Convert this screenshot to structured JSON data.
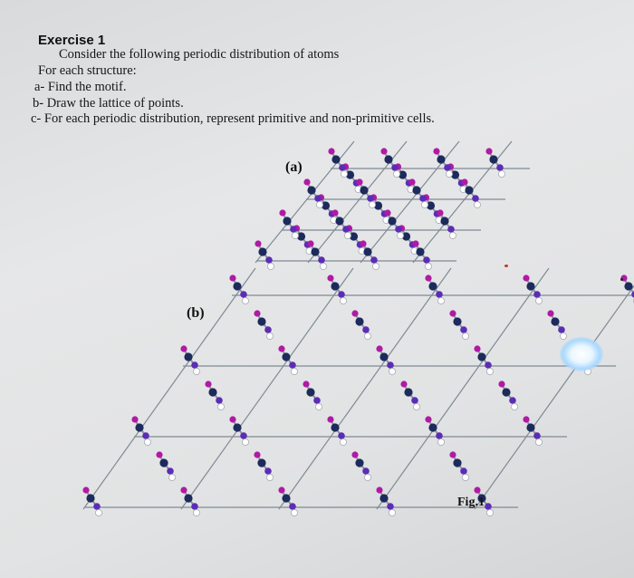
{
  "exercise": {
    "title": "Exercise 1",
    "lines": [
      "Consider the following periodic distribution of atoms",
      "For each structure:",
      "a- Find the motif.",
      "b- Draw the lattice of points.",
      "c- For each periodic distribution, represent primitive and non-primitive cells."
    ]
  },
  "figure": {
    "label_a": "(a)",
    "label_b": "(b)",
    "caption": "Fig.1"
  },
  "colors": {
    "page_background": "#e3e4e5",
    "text": "#161616",
    "lattice_lines": "#7f8a94",
    "atom_magenta": "#b01aa4",
    "atom_purple": "#5b2db5",
    "atom_navy": "#1c2a5c",
    "atom_white": "#ffffff",
    "bond": "#8a939c"
  },
  "icons": {
    "molecule_motif": "magenta-navy-white-molecule-icon",
    "glare": "camera-flash-glare"
  }
}
